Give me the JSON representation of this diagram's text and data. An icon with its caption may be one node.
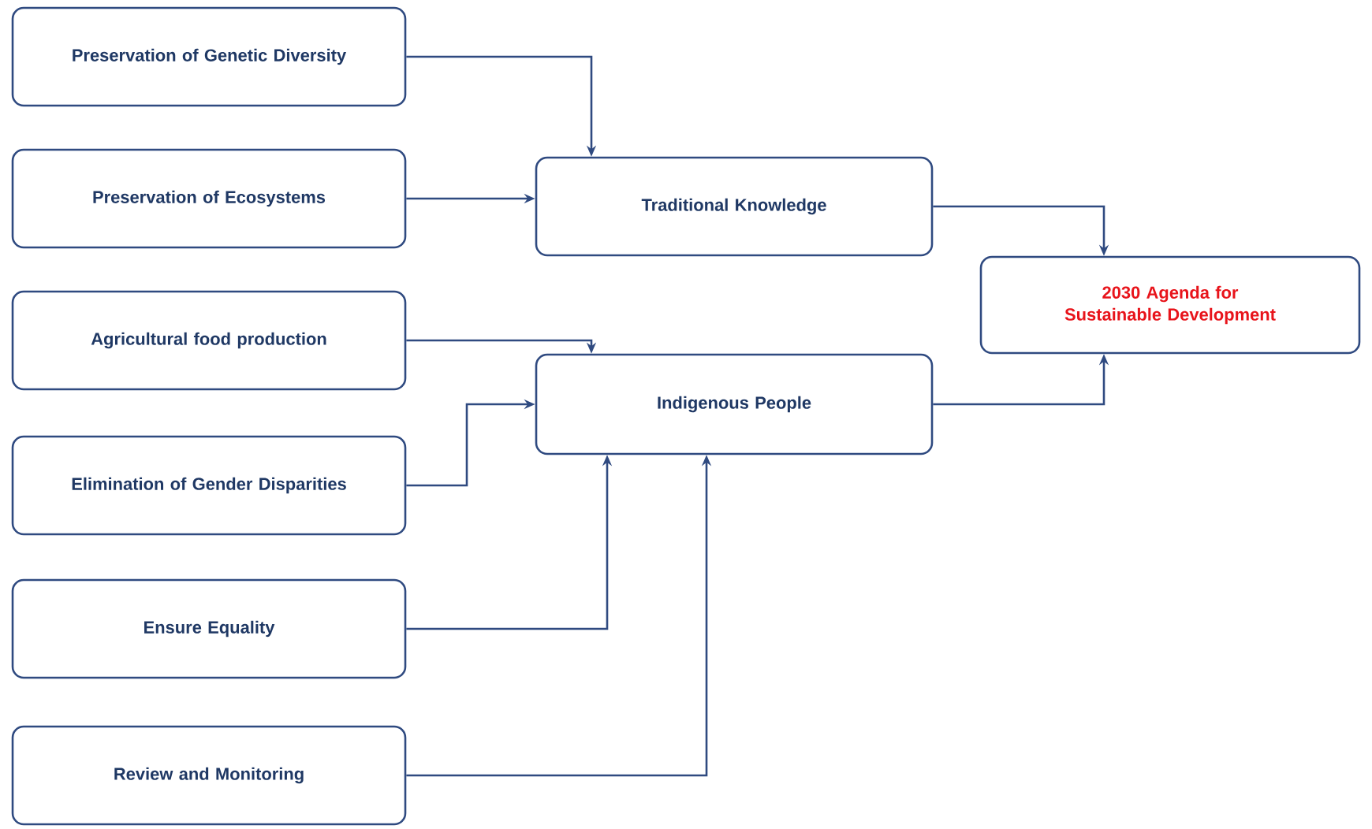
{
  "diagram": {
    "nodes": [
      {
        "text": [
          "Preservation of Genetic Diversity"
        ]
      },
      {
        "text": [
          "Preservation of Ecosystems"
        ]
      },
      {
        "text": [
          "Traditional Knowledge"
        ]
      },
      {
        "text": [
          "2030 Agenda for Sustainable Development"
        ]
      },
      {
        "text": [
          "Agricultural food production"
        ]
      },
      {
        "text": [
          "Indigenous People"
        ]
      },
      {
        "text": [
          "Elimination of Gender Disparities"
        ]
      },
      {
        "text": [
          "Ensure Equality"
        ]
      },
      {
        "text": [
          "Review and Monitoring"
        ]
      }
    ],
    "edges": [
      {
        "from": 0,
        "to": 2,
        "arrow": "to"
      },
      {
        "from": 1,
        "to": 2,
        "arrow": "to"
      },
      {
        "from": 2,
        "to": 3,
        "arrow": "to"
      },
      {
        "from": 4,
        "to": 5,
        "arrow": "to"
      },
      {
        "from": 6,
        "to": 5,
        "arrow": "to"
      },
      {
        "from": 7,
        "to": 5,
        "arrow": "to"
      },
      {
        "from": 8,
        "to": 5,
        "arrow": "to"
      },
      {
        "from": 5,
        "to": 3,
        "arrow": "to"
      }
    ]
  }
}
